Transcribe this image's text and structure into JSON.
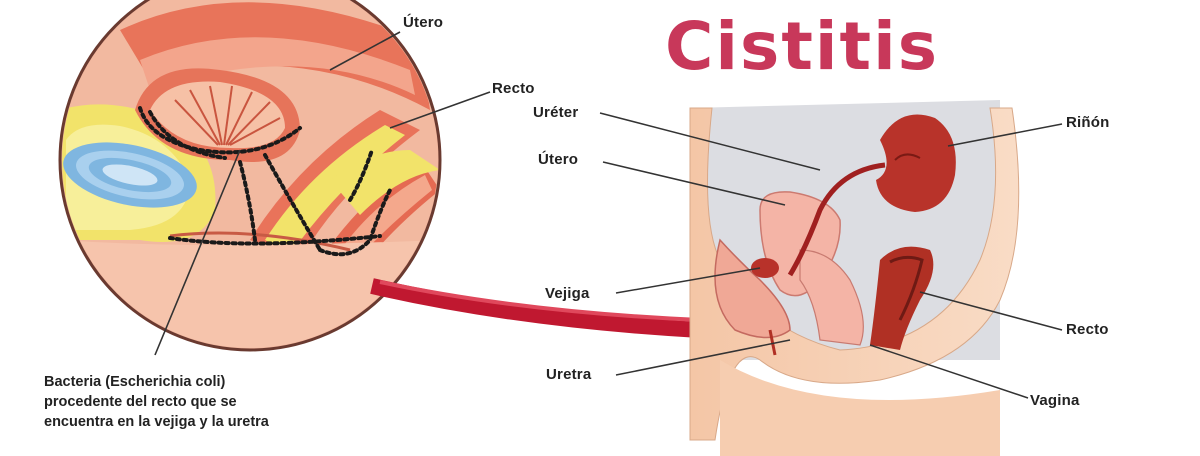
{
  "title": "Cistitis",
  "inset_labels": {
    "utero": "Útero",
    "recto": "Recto"
  },
  "caption_lines": [
    "Bacteria (Escherichia coli)",
    "procedente del recto que se",
    "encuentra en la vejiga y la uretra"
  ],
  "body_labels": {
    "ureter": "Uréter",
    "utero": "Útero",
    "rinon": "Riñón",
    "vejiga": "Vejiga",
    "recto": "Recto",
    "uretra": "Uretra",
    "vagina": "Vagina"
  },
  "colors": {
    "title": "#c8385a",
    "arrow": "#c01830",
    "organ": "#b83a2a",
    "skin": "#f6cdb0"
  }
}
